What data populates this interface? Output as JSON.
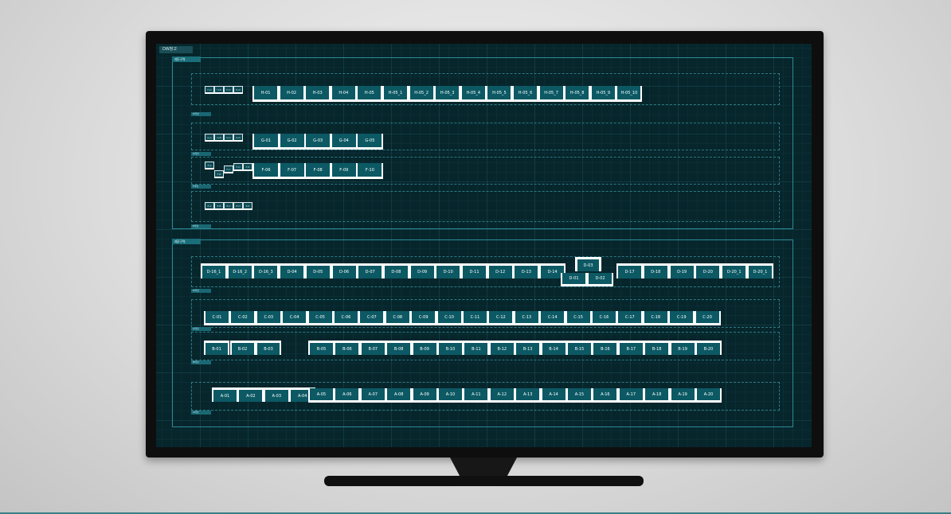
{
  "screen": {
    "title": "DW창고",
    "zones": [
      {
        "label": "제1구역"
      },
      {
        "label": "제2구역"
      }
    ]
  },
  "rows": {
    "h": {
      "tag": "H라인",
      "small": [
        "H-A",
        "H-B",
        "H-C",
        "H-D"
      ],
      "racks": [
        "H-01",
        "H-02",
        "H-03",
        "H-04",
        "H-05",
        "H-05_1",
        "H-05_2",
        "H-05_3",
        "H-05_4",
        "H-05_5",
        "H-05_6",
        "H-05_7",
        "H-05_8",
        "H-05_9",
        "H-05_10"
      ]
    },
    "g": {
      "tag": "G라인",
      "small": [
        "G-A",
        "G-B",
        "G-C",
        "G-D"
      ],
      "racks": [
        "G-01",
        "G-02",
        "G-03",
        "G-04",
        "G-05"
      ]
    },
    "f": {
      "tag": "F라인",
      "small": [
        "F-A",
        "F-B",
        "F-C",
        "F-D",
        "F-E"
      ],
      "racks": [
        "F-06",
        "F-07",
        "F-08",
        "F-09",
        "F-10"
      ]
    },
    "e": {
      "tag": "E라인",
      "small": [
        "E-A",
        "E-B",
        "E-C",
        "E-D",
        "E-E"
      ]
    },
    "d": {
      "tag": "D라인",
      "racks_left": [
        "D-16_1",
        "D-16_2",
        "D-16_3",
        "D-04",
        "D-05",
        "D-06",
        "D-07",
        "D-08",
        "D-09",
        "D-10",
        "D-11",
        "D-12",
        "D-13",
        "D-14"
      ],
      "top": "D-03",
      "bottom": [
        "D-01",
        "D-02"
      ],
      "racks_right": [
        "D-17",
        "D-18",
        "D-19",
        "D-20",
        "D-20_1",
        "D-20_1"
      ]
    },
    "c": {
      "tag": "C라인",
      "racks": [
        "C-01",
        "C-02",
        "C-03",
        "C-04",
        "C-05",
        "C-06",
        "C-07",
        "C-08",
        "C-09",
        "C-10",
        "C-11",
        "C-12",
        "C-13",
        "C-14",
        "C-15",
        "C-16",
        "C-17",
        "C-18",
        "C-19",
        "C-20"
      ]
    },
    "b": {
      "tag": "B라인",
      "racks_left": [
        "B-01",
        "B-02",
        "B-03"
      ],
      "racks_right": [
        "B-05",
        "B-06",
        "B-07",
        "B-08",
        "B-09",
        "B-10",
        "B-11",
        "B-12",
        "B-13",
        "B-14",
        "B-15",
        "B-16",
        "B-17",
        "B-18",
        "B-19",
        "B-20"
      ]
    },
    "a": {
      "tag": "A라인",
      "racks_left": [
        "A-01",
        "A-02",
        "A-03",
        "A-04"
      ],
      "racks_right": [
        "A-05",
        "A-06",
        "A-07",
        "A-08",
        "A-09",
        "A-10",
        "A-11",
        "A-12",
        "A-13",
        "A-14",
        "A-15",
        "A-16",
        "A-17",
        "A-18",
        "A-19",
        "A-20"
      ]
    }
  }
}
